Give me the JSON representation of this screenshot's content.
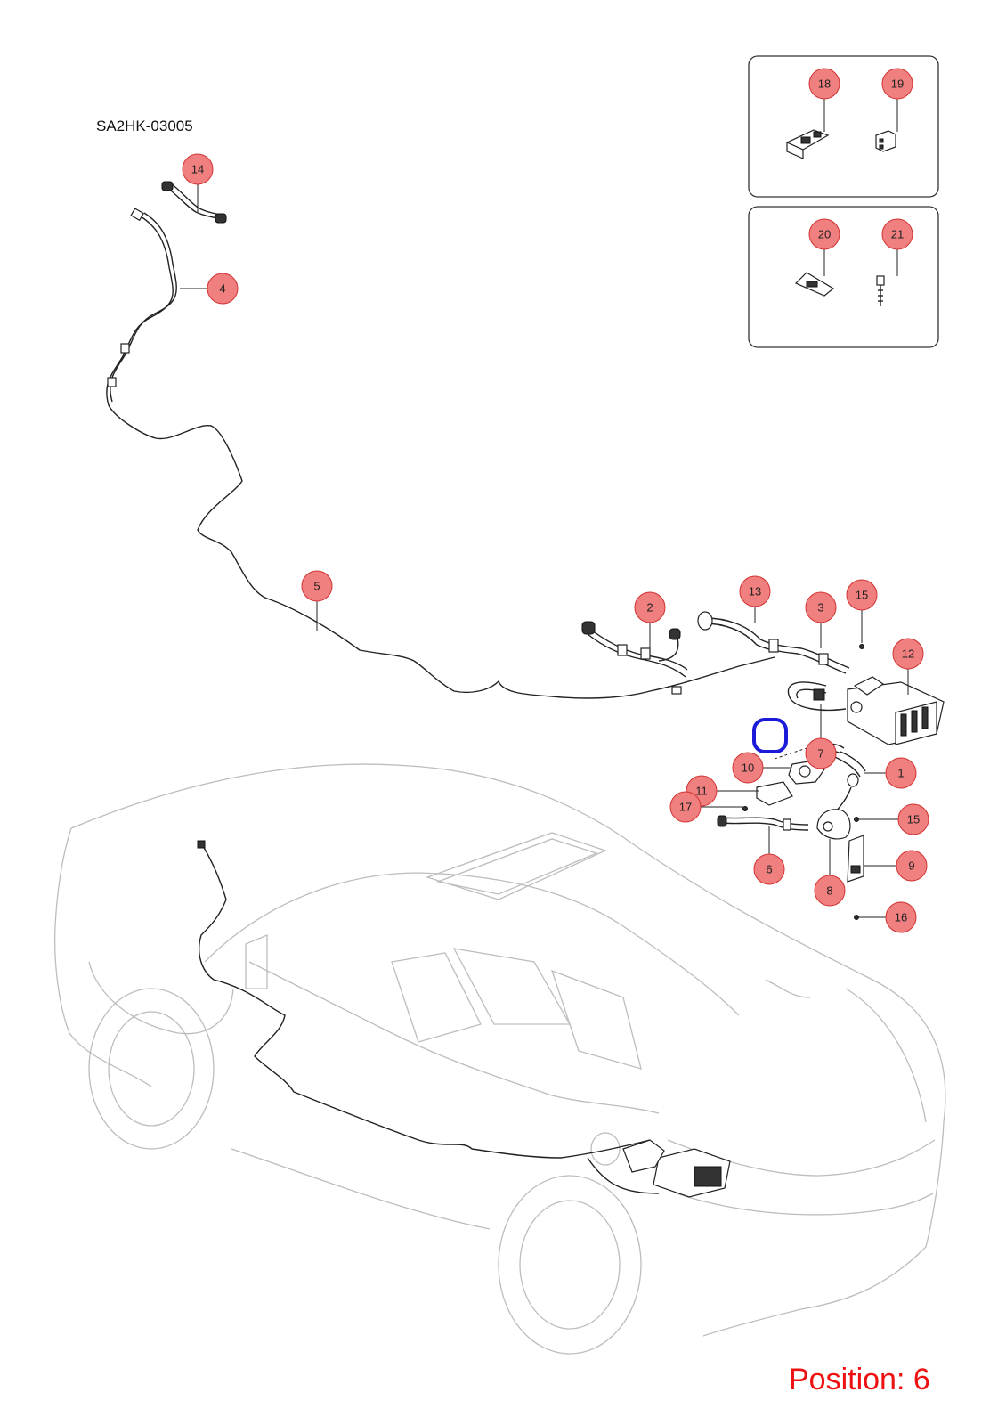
{
  "diagram_code": "SA2HK-03005",
  "position_label": "Position: 6",
  "callouts": [
    {
      "id": "1",
      "label": "1"
    },
    {
      "id": "2",
      "label": "2"
    },
    {
      "id": "3",
      "label": "3"
    },
    {
      "id": "4",
      "label": "4"
    },
    {
      "id": "5",
      "label": "5"
    },
    {
      "id": "6",
      "label": "6"
    },
    {
      "id": "7",
      "label": "7"
    },
    {
      "id": "8",
      "label": "8"
    },
    {
      "id": "9",
      "label": "9"
    },
    {
      "id": "10",
      "label": "10"
    },
    {
      "id": "11",
      "label": "11"
    },
    {
      "id": "12",
      "label": "12"
    },
    {
      "id": "13",
      "label": "13"
    },
    {
      "id": "14",
      "label": "14"
    },
    {
      "id": "15a",
      "label": "15"
    },
    {
      "id": "15b",
      "label": "15"
    },
    {
      "id": "16",
      "label": "16"
    },
    {
      "id": "17",
      "label": "17"
    },
    {
      "id": "18",
      "label": "18"
    },
    {
      "id": "19",
      "label": "19"
    },
    {
      "id": "20",
      "label": "20"
    },
    {
      "id": "21",
      "label": "21"
    }
  ],
  "colors": {
    "callout_fill": "#f07f7f",
    "callout_stroke": "#d23232",
    "position_text": "#ee1111",
    "highlight_marker": "#1a1ad8",
    "car_outline": "#bdbdbd",
    "line": "#222222"
  }
}
